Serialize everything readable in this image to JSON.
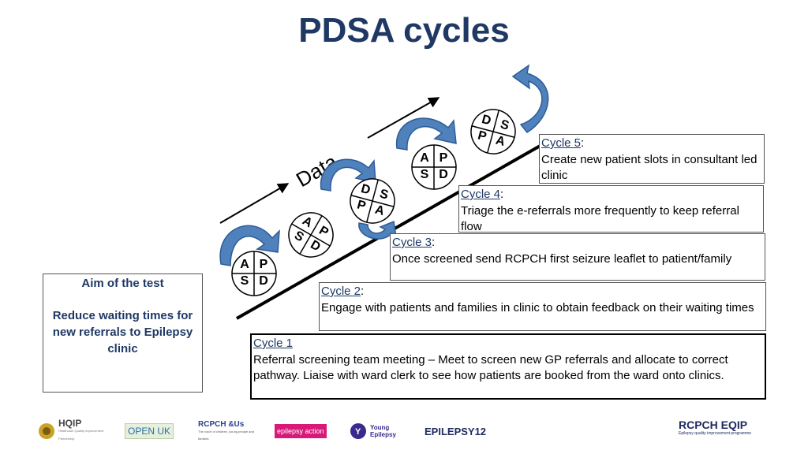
{
  "title": "PDSA cycles",
  "data_label": "Data",
  "aim": {
    "heading": "Aim of the test",
    "text": "Reduce waiting times for new referrals to Epilepsy clinic"
  },
  "cycles": [
    {
      "label": "Cycle 1",
      "suffix": "",
      "text": "Referral screening team meeting – Meet to screen new GP referrals and allocate to correct pathway. Liaise with ward clerk to see how patients are booked from the ward onto clinics."
    },
    {
      "label": "Cycle 2",
      "suffix": ":",
      "text": "Engage with patients and families in clinic to obtain feedback on their waiting times"
    },
    {
      "label": "Cycle 3",
      "suffix": ":",
      "text": "Once screened send RCPCH first seizure leaflet to patient/family"
    },
    {
      "label": "Cycle 4",
      "suffix": ":",
      "text": "Triage the e-referrals more frequently to keep referral flow"
    },
    {
      "label": "Cycle 5",
      "suffix": ":",
      "text": "Create new patient slots in consultant led clinic"
    }
  ],
  "pdsa_letters": [
    "A",
    "P",
    "S",
    "D"
  ],
  "logos": {
    "hqip": "HQIP",
    "hqip_sub": "Healthcare Quality Improvement Partnership",
    "open_uk": "OPEN UK",
    "rcpch_us": "RCPCH &Us",
    "rcpch_us_sub": "The voice of children, young people and families",
    "epilepsy_action": "epilepsy action",
    "young_epilepsy": "Young Epilepsy",
    "epilepsy12": "EPILEPSY12",
    "rcpch_eqip": "RCPCH EQIP",
    "rcpch_eqip_sub": "Epilepsy quality improvement programme"
  },
  "colors": {
    "title": "#1f3864",
    "arrow_fill": "#4f81bd",
    "arrow_stroke": "#2e5c94",
    "cycle_label": "#1f3864"
  }
}
